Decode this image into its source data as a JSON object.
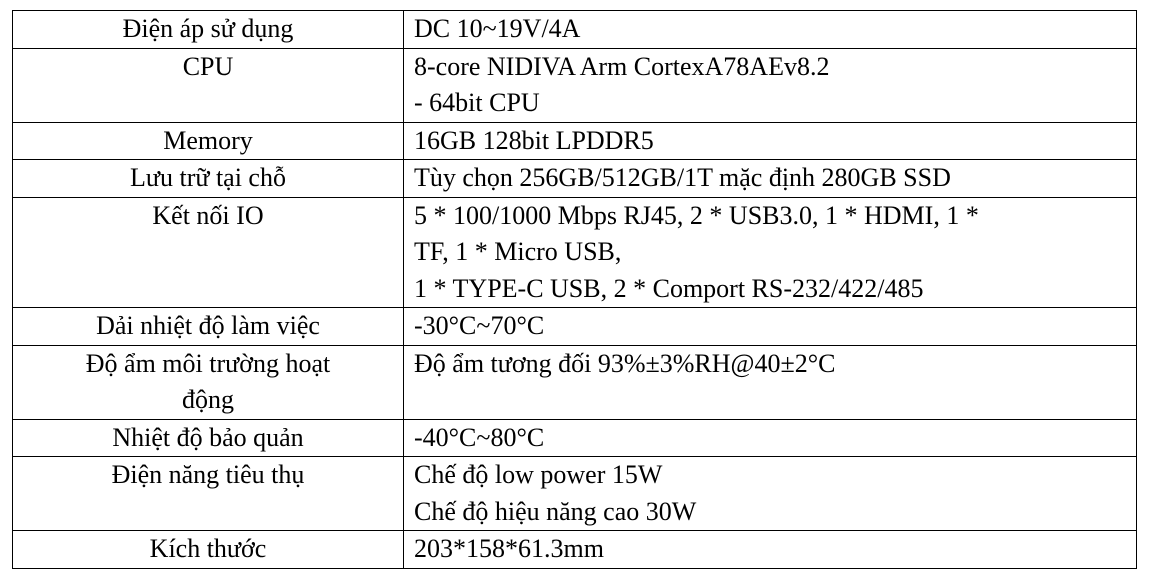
{
  "rows": [
    {
      "label": "Điện áp sử dụng",
      "value": [
        "DC 10~19V/4A"
      ]
    },
    {
      "label": "CPU",
      "value": [
        "8-core NIDIVA Arm CortexA78AEv8.2",
        "- 64bit CPU"
      ]
    },
    {
      "label": "Memory",
      "value": [
        "16GB 128bit LPDDR5"
      ]
    },
    {
      "label": "Lưu trữ tại chỗ",
      "value": [
        "Tùy chọn 256GB/512GB/1T mặc định 280GB SSD"
      ]
    },
    {
      "label": "Kết nối IO",
      "value": [
        "5 * 100/1000 Mbps RJ45, 2 * USB3.0, 1 * HDMI, 1 *",
        "TF, 1 * Micro USB,",
        "1 * TYPE-C USB, 2 * Comport RS-232/422/485"
      ]
    },
    {
      "label": "Dải nhiệt độ làm việc",
      "value": [
        "-30°C~70°C"
      ]
    },
    {
      "label": "Độ ẩm môi trường hoạt động",
      "label_lines": [
        "Độ ẩm môi trường hoạt",
        "động"
      ],
      "value": [
        "Độ ẩm tương đối 93%±3%RH@40±2°C"
      ]
    },
    {
      "label": "Nhiệt độ bảo quản",
      "value": [
        "-40°C~80°C"
      ]
    },
    {
      "label": "Điện năng tiêu thụ",
      "value": [
        "Chế độ low power 15W",
        "Chế độ hiệu năng cao 30W"
      ]
    },
    {
      "label": "Kích thước",
      "value": [
        "203*158*61.3mm"
      ]
    }
  ]
}
